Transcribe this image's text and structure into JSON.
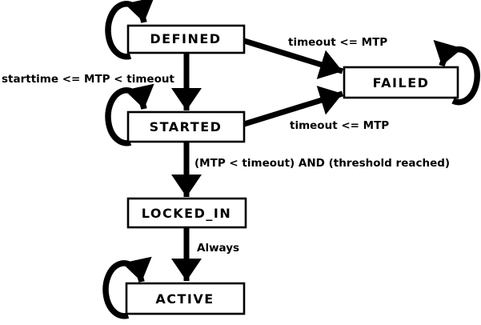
{
  "diagram": {
    "type": "state-machine",
    "colors": {
      "background": "#ffffff",
      "foreground": "#000000"
    },
    "states": {
      "defined": {
        "label": "DEFINED",
        "has_self_loop": true
      },
      "started": {
        "label": "STARTED",
        "has_self_loop": true
      },
      "failed": {
        "label": "FAILED",
        "has_self_loop": true
      },
      "locked_in": {
        "label": "LOCKED_IN",
        "has_self_loop": false
      },
      "active": {
        "label": "ACTIVE",
        "has_self_loop": true
      }
    },
    "transitions": {
      "defined_to_started": {
        "from": "DEFINED",
        "to": "STARTED",
        "label": "starttime <= MTP < timeout"
      },
      "defined_to_failed": {
        "from": "DEFINED",
        "to": "FAILED",
        "label": "timeout <= MTP"
      },
      "started_to_failed": {
        "from": "STARTED",
        "to": "FAILED",
        "label": "timeout <= MTP"
      },
      "started_to_locked_in": {
        "from": "STARTED",
        "to": "LOCKED_IN",
        "label": "(MTP < timeout) AND (threshold reached)"
      },
      "locked_in_to_active": {
        "from": "LOCKED_IN",
        "to": "ACTIVE",
        "label": "Always"
      }
    }
  }
}
